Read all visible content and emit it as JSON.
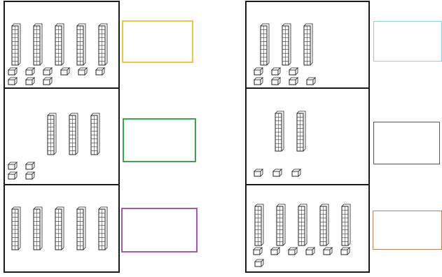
{
  "worksheet": {
    "panels": [
      {
        "id": "left",
        "cells": [
          {
            "tens": 5,
            "ones": 9,
            "answer_box_color": "#e8c84a"
          },
          {
            "tens": 3,
            "ones": 4,
            "answer_box_color": "#3aa84a"
          },
          {
            "tens": 5,
            "ones": 0,
            "answer_box_color": "#a05cb0"
          }
        ]
      },
      {
        "id": "right",
        "cells": [
          {
            "tens": 3,
            "ones": 7,
            "answer_box_color": "#8fd3e0"
          },
          {
            "tens": 2,
            "ones": 3,
            "answer_box_color": "#555555"
          },
          {
            "tens": 5,
            "ones": 7,
            "answer_box_color": "#c0825a"
          }
        ]
      }
    ]
  }
}
